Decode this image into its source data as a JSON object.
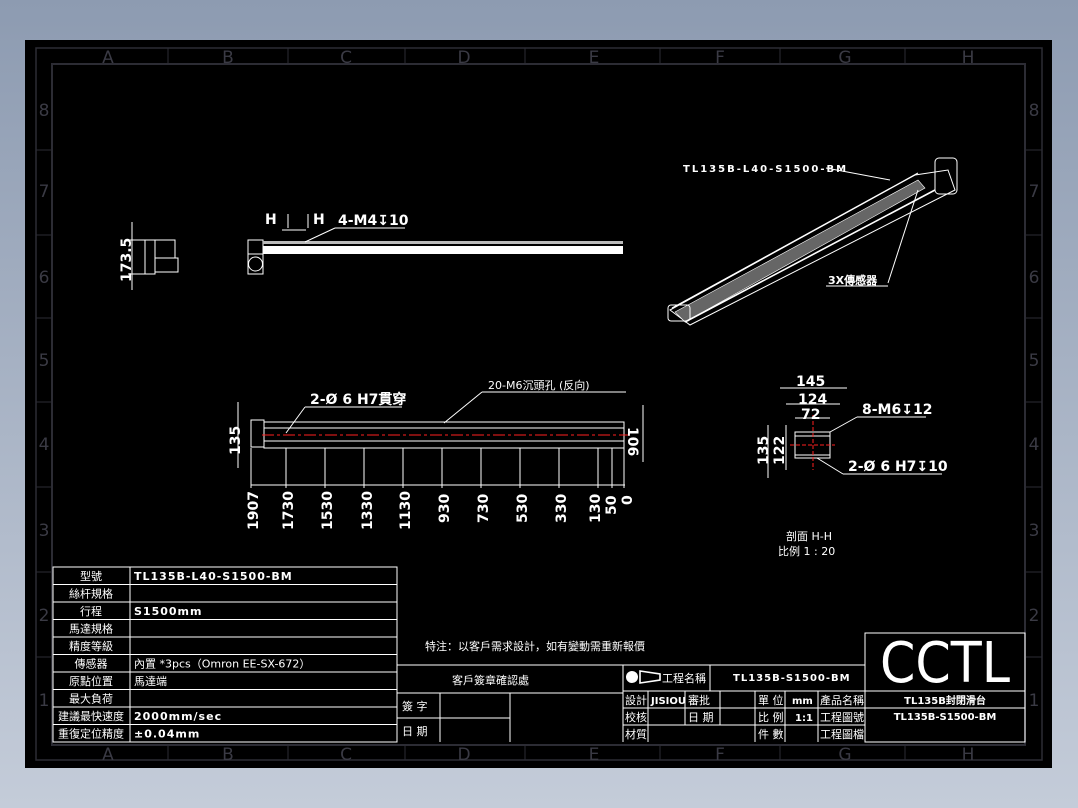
{
  "sheet": {
    "column_labels": [
      "A",
      "B",
      "C",
      "D",
      "E",
      "F",
      "G",
      "H"
    ],
    "row_labels": [
      "8",
      "7",
      "6",
      "5",
      "4",
      "3",
      "2",
      "1"
    ],
    "background_color": "#000000",
    "accent_centerline_color": "#ff2020"
  },
  "views": {
    "side_view": {
      "height_dim": "173.5"
    },
    "top_view": {
      "section_mark_left": "H",
      "section_mark_right": "H",
      "callout": "4-M4↧10"
    },
    "iso_view": {
      "model_label": "TL135B-L40-S1500-BM",
      "sensor_callout": "3X傳感器"
    },
    "front_view": {
      "hole_callout": "2-Ø 6  H7貫穿",
      "counterbore_callout": "20-M6沉頭孔 (反向)",
      "height_dim": "135",
      "right_dim": "106",
      "positions": [
        "1907",
        "1730",
        "1530",
        "1330",
        "1130",
        "930",
        "730",
        "530",
        "330",
        "130",
        "50",
        "0"
      ]
    },
    "section_view": {
      "dim_145": "145",
      "dim_124": "124",
      "dim_72": "72",
      "thread_callout": "8-M6↧12",
      "height_135": "135",
      "height_122": "122",
      "pin_callout": "2-Ø 6  H7↧10",
      "section_title": "剖面  H-H",
      "scale_label": "比例  1 : 20"
    }
  },
  "spec_table": {
    "rows": [
      {
        "label": "型號",
        "value": "TL135B-L40-S1500-BM"
      },
      {
        "label": "絲杆規格",
        "value": ""
      },
      {
        "label": "行程",
        "value": "S1500mm"
      },
      {
        "label": "馬達規格",
        "value": ""
      },
      {
        "label": "精度等級",
        "value": ""
      },
      {
        "label": "傳感器",
        "value": "內置 *3pcs（Omron EE-SX-672）"
      },
      {
        "label": "原點位置",
        "value": "馬達端"
      },
      {
        "label": "最大負荷",
        "value": ""
      },
      {
        "label": "建議最快速度",
        "value": "2000mm/sec"
      },
      {
        "label": "重復定位精度",
        "value": "±0.04mm"
      }
    ]
  },
  "title_block": {
    "note": "特注：以客戶需求設計，如有變動需重新報價",
    "customer_confirm": "客戶簽章確認處",
    "sign_label": "簽 字",
    "date_label": "日 期",
    "project_name_label": "工程名稱",
    "project_name": "TL135B-S1500-BM",
    "design_label": "設計",
    "designer": "JISIOU",
    "approve_label": "審批",
    "check_label": "校核",
    "date2_label": "日 期",
    "material_label": "材質",
    "unit_label": "單 位",
    "unit": "mm",
    "scale_label": "比 例",
    "scale": "1:1",
    "qty_label": "件 數",
    "product_name_label": "產品名稱",
    "product_name": "TL135B封閉滑台",
    "drawing_no_label": "工程圖號",
    "drawing_no": "TL135B-S1500-BM",
    "drawing_file_label": "工程圖檔",
    "logo": "CCTL"
  }
}
